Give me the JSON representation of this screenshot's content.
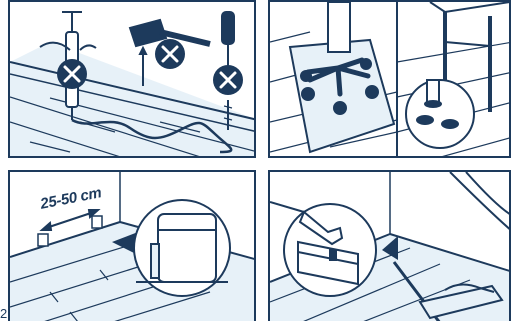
{
  "colors": {
    "stroke": "#1d3a5c",
    "floor_fill": "#e7f1f8",
    "cross_badge": "#1d3a5c",
    "background": "#ffffff"
  },
  "panels": [
    {
      "id": "no-tools",
      "icons": [
        "syringe-icon",
        "hammer-icon",
        "screwdriver-icon",
        "prohibited-icon"
      ]
    },
    {
      "id": "chair-protection",
      "icons": [
        "office-chair-icon",
        "chair-leg-icon",
        "felt-pad-icon"
      ]
    },
    {
      "id": "expansion-gap",
      "measure_label": "25-50 cm",
      "icons": [
        "spacer-icon",
        "double-arrow-icon",
        "magnifier-circle-icon"
      ]
    },
    {
      "id": "cleaning",
      "icons": [
        "hand-icon",
        "floor-mop-icon",
        "magnifier-circle-icon"
      ]
    }
  ],
  "footnote": "2"
}
